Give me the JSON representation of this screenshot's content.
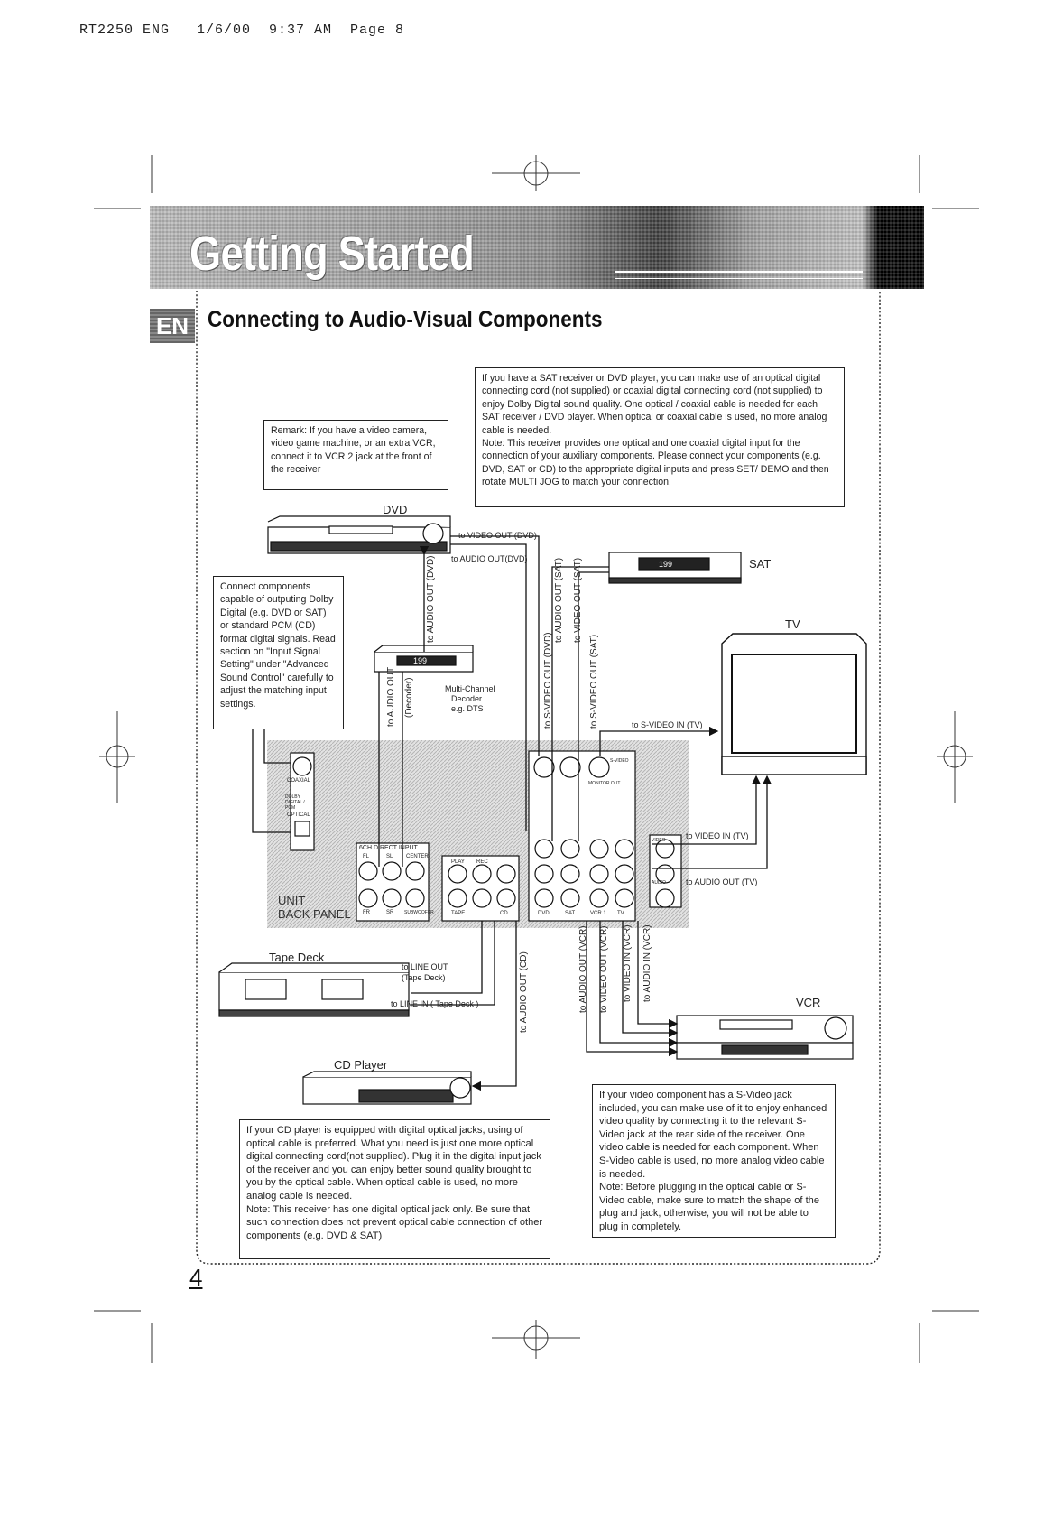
{
  "header": {
    "print_line": "RT2250 ENG   1/6/00  9:37 AM  Page 8"
  },
  "banner": {
    "title": "Getting Started"
  },
  "section": {
    "badge": "EN",
    "title": "Connecting to Audio-Visual Components"
  },
  "notes": {
    "remark": "Remark: If you have a video camera, video game machine, or an extra VCR, connect it to VCR 2 jack at the front of the receiver",
    "sat_dvd": "If you have a SAT receiver or DVD player, you can make use of an optical digital connecting cord (not supplied) or coaxial digital connecting cord (not supplied) to enjoy Dolby Digital sound quality. One optical / coaxial cable is needed for each SAT receiver / DVD player. When optical or coaxial cable is used, no more analog cable is needed.\nNote: This receiver provides one optical and one coaxial digital input for the connection of your auxiliary components. Please connect your components (e.g. DVD, SAT or CD) to the appropriate digital inputs and press SET/ DEMO and then rotate MULTI JOG to match your connection.",
    "digital": "Connect components capable of outputing Dolby Digital (e.g. DVD or SAT) or standard PCM (CD) format digital signals. Read section on \"Input Signal Setting\" under \"Advanced Sound Control\" carefully to adjust the matching input settings.",
    "cd_optical": "If your CD player is equipped with digital optical jacks, using of optical cable is preferred. What you need is just one more optical digital connecting cord(not supplied). Plug it in the digital input jack of the receiver and you can enjoy better sound quality brought to you by the optical cable. When optical cable is used, no more analog cable is needed.\nNote: This receiver has one digital optical jack only. Be sure that such connection does not prevent optical cable connection of other components (e.g. DVD & SAT)",
    "svideo": "If your video component has a S-Video jack included, you can make use of it to enjoy enhanced video quality by connecting it to the relevant S-Video jack at the rear side of the receiver. One video cable is needed for each component. When S-Video cable is used, no more analog video cable is needed.\nNote: Before plugging in the optical cable or S-Video cable, make sure to match the shape of the plug and jack, otherwise, you will not be able to plug in completely."
  },
  "devices": {
    "dvd": "DVD",
    "sat": "SAT",
    "tv": "TV",
    "vcr": "VCR",
    "tape": "Tape Deck",
    "cd": "CD Player",
    "unit_line1": "UNIT",
    "unit_line2": "BACK PANEL",
    "decoder_line1": "Multi-Channel",
    "decoder_line2": "Decoder",
    "decoder_line3": "e.g. DTS",
    "sat_display": "199",
    "decoder_display": "199"
  },
  "cables": {
    "video_out_dvd": "to VIDEO OUT (DVD)",
    "audio_out_dvd": "to AUDIO OUT(DVD)",
    "optical_dvd": "to AUDIO OUT (DVD)",
    "audio_out_decoder_a": "to AUDIO OUT",
    "audio_out_decoder_b": "(Decoder)",
    "svideo_out_dvd": "to S-VIDEO OUT (DVD)",
    "audio_out_sat": "to AUDIO OUT (SAT)",
    "video_out_sat": "to VIDEO OUT (SAT)",
    "svideo_out_sat": "to S-VIDEO OUT (SAT)",
    "svideo_in_tv": "to S-VIDEO IN (TV)",
    "video_in_tv": "to VIDEO IN (TV)",
    "audio_out_tv": "to AUDIO OUT (TV)",
    "line_out_tape_a": "to LINE OUT",
    "line_out_tape_b": "(Tape Deck)",
    "line_in_tape": "to LINE IN ( Tape Deck )",
    "audio_out_cd": "to AUDIO OUT (CD)",
    "audio_out_vcr": "to AUDIO OUT (VCR)",
    "video_out_vcr": "to VIDEO OUT (VCR)",
    "video_in_vcr": "to VIDEO IN (VCR)",
    "audio_in_vcr": "to AUDIO IN (VCR)"
  },
  "panel": {
    "coaxial": "COAXIAL",
    "dolby_digital_pcm": "DOLBY DIGITAL / PCM",
    "optical": "OPTICAL",
    "direct_input": "6CH DIRECT INPUT",
    "ch_fl": "FL",
    "ch_sl": "SL",
    "ch_center": "CENTER",
    "ch_fr": "FR",
    "ch_sr": "SR",
    "ch_sub": "SUBWOOFER",
    "play": "PLAY",
    "rec": "REC",
    "tape": "TAPE",
    "cd": "CD",
    "dvd": "DVD",
    "sat": "SAT",
    "vcr1": "VCR 1",
    "tv": "TV",
    "monitor_out": "MONITOR OUT",
    "s_video": "S-VIDEO",
    "video": "VIDEO",
    "audio": "AUDIO"
  },
  "footer": {
    "page_number": "4"
  }
}
